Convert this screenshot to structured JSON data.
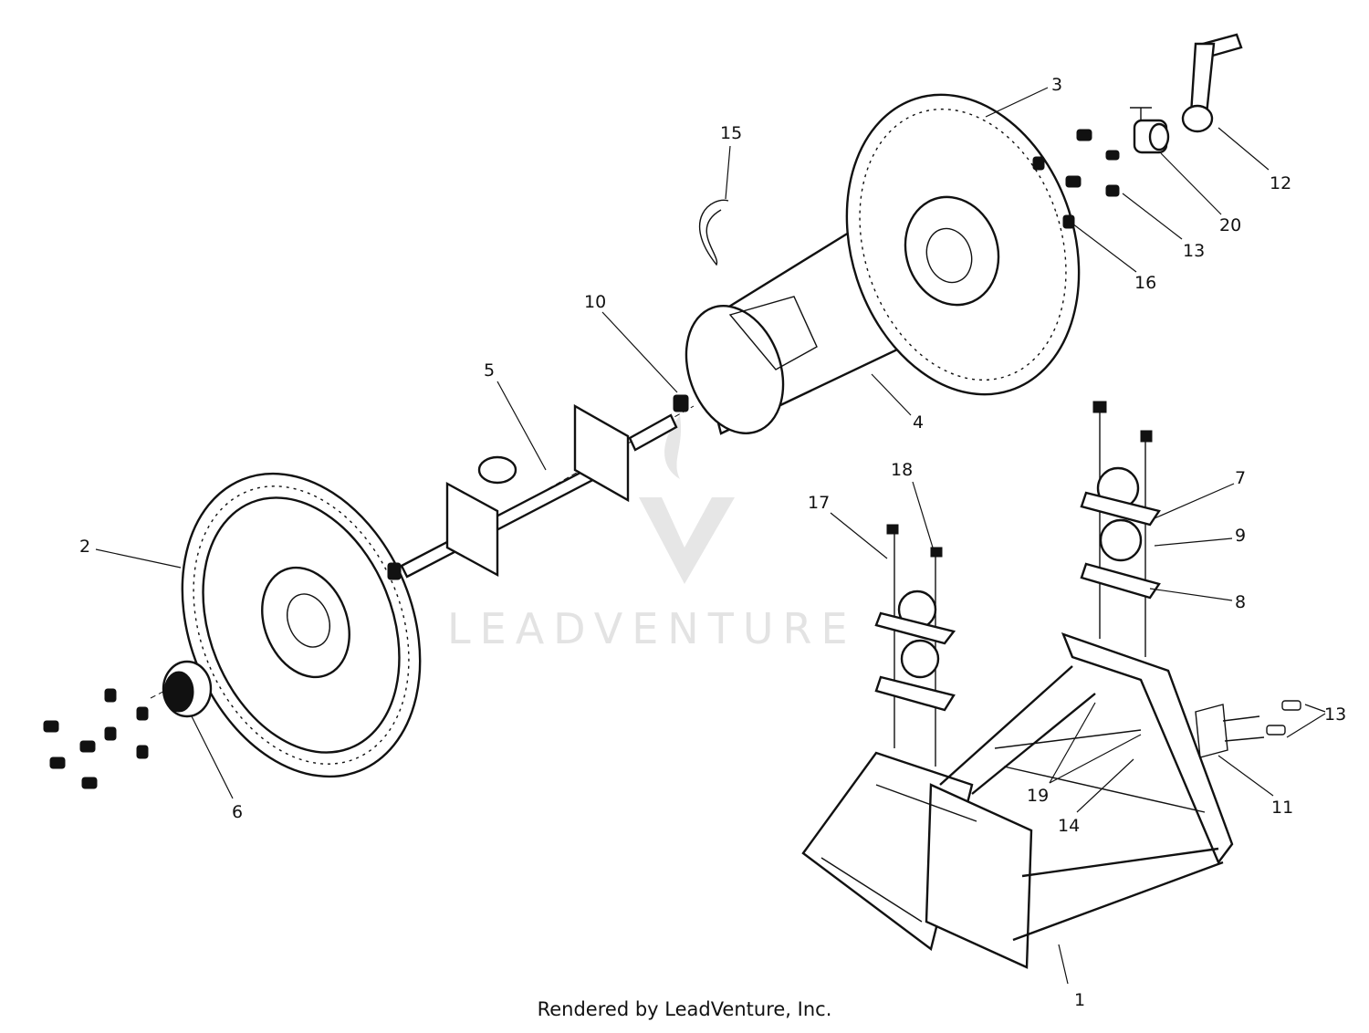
{
  "callouts": [
    {
      "id": "1",
      "label": "1"
    },
    {
      "id": "2",
      "label": "2"
    },
    {
      "id": "3",
      "label": "3"
    },
    {
      "id": "4",
      "label": "4"
    },
    {
      "id": "5",
      "label": "5"
    },
    {
      "id": "6",
      "label": "6"
    },
    {
      "id": "7",
      "label": "7"
    },
    {
      "id": "8",
      "label": "8"
    },
    {
      "id": "9",
      "label": "9"
    },
    {
      "id": "10",
      "label": "10"
    },
    {
      "id": "11",
      "label": "11"
    },
    {
      "id": "12",
      "label": "12"
    },
    {
      "id": "13a",
      "label": "13"
    },
    {
      "id": "13b",
      "label": "13"
    },
    {
      "id": "14",
      "label": "14"
    },
    {
      "id": "15",
      "label": "15"
    },
    {
      "id": "16",
      "label": "16"
    },
    {
      "id": "17",
      "label": "17"
    },
    {
      "id": "18",
      "label": "18"
    },
    {
      "id": "19",
      "label": "19"
    },
    {
      "id": "20",
      "label": "20"
    }
  ],
  "watermark": "LEADVENTURE",
  "credit": "Rendered by LeadVenture, Inc."
}
